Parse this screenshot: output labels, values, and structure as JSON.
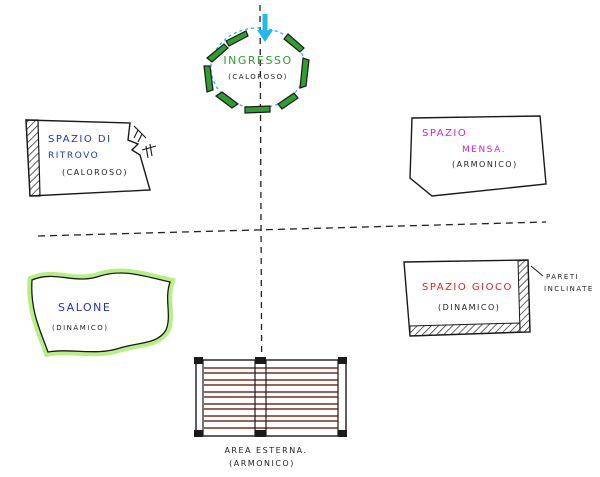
{
  "ingresso": {
    "title": "INGRESSO",
    "subtitle": "(CALOROSO)"
  },
  "spazio_ritrovo": {
    "line1": "SPAZIO DI",
    "line2": "RITROVO",
    "subtitle": "(CALOROSO)"
  },
  "spazio_mensa": {
    "line1": "SPAZIO",
    "line2": "MENSA.",
    "subtitle": "(ARMONICO)"
  },
  "salone": {
    "title": "SALONE",
    "subtitle": "(DINAMICO)"
  },
  "spazio_gioco": {
    "title": "SPAZIO GIOCO",
    "subtitle": "(DINAMICO)",
    "annotation_line1": "PARETI",
    "annotation_line2": "INCLINATE"
  },
  "area_esterna": {
    "line1": "AREA ESTERNA.",
    "line2": "(ARMONICO)"
  },
  "colors": {
    "green": "#2e9e2e",
    "light_green": "#b6ef82",
    "cyan": "#22b8f0",
    "red": "#e02020",
    "magenta": "#cc22cc",
    "blue": "#2233bb",
    "brown": "#7a2e22"
  }
}
